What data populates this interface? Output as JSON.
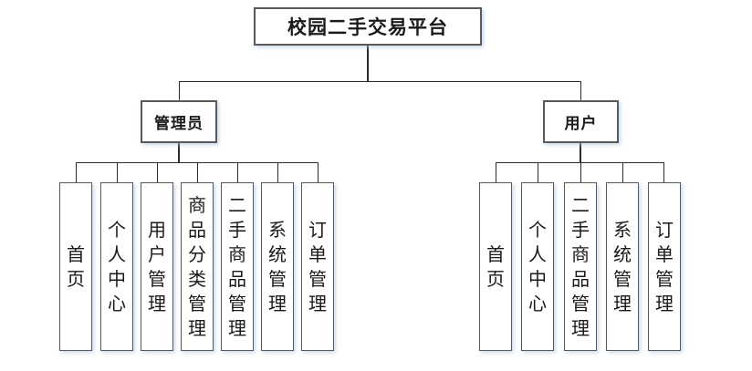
{
  "diagram": {
    "title": "校园二手交易平台",
    "root": {
      "label": "校园二手交易平台"
    },
    "branches": [
      {
        "label": "管理员",
        "children": [
          "首页",
          "个人中心",
          "用户管理",
          "商品分类管理",
          "二手商品管理",
          "系统管理",
          "订单管理"
        ]
      },
      {
        "label": "用户",
        "children": [
          "首页",
          "个人中心",
          "二手商品管理",
          "系统管理",
          "订单管理"
        ]
      }
    ]
  },
  "colors": {
    "connector_line": "#2b2b2b",
    "box_border": "#595959",
    "box_background": "#ffffff",
    "text": "#1a1a1a",
    "shadow": "#adc4e2"
  }
}
